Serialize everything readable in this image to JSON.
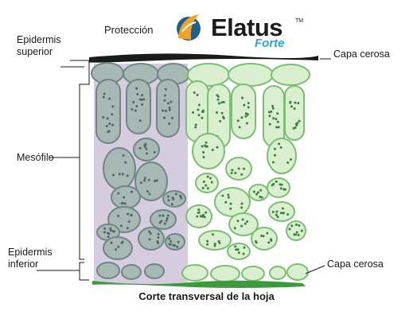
{
  "logo": {
    "protection_label": "Protección",
    "brand_name": "Elatus",
    "brand_suffix": "Forte",
    "trademark": "TM"
  },
  "labels": {
    "upper_epidermis_line1": "Epidermis",
    "upper_epidermis_line2": "superior",
    "waxy_layer_top": "Capa cerosa",
    "mesophyll": "Mesófilo",
    "lower_epidermis_line1": "Epidermis",
    "lower_epidermis_line2": "inferior",
    "waxy_layer_bottom": "Capa cerosa"
  },
  "caption": "Corte transversal de la hoja",
  "colors": {
    "unprotected_fill": "#a8b8b4",
    "unprotected_stroke": "#6e8783",
    "protected_fill": "#d9efcf",
    "protected_stroke": "#7bbf72",
    "highlight_band": "#d5cce0",
    "wax_top": "#1a1a1a",
    "wax_bottom": "#3b9a3b",
    "brand_accent": "#2aa7cf",
    "logo_orange": "#f2a324"
  }
}
